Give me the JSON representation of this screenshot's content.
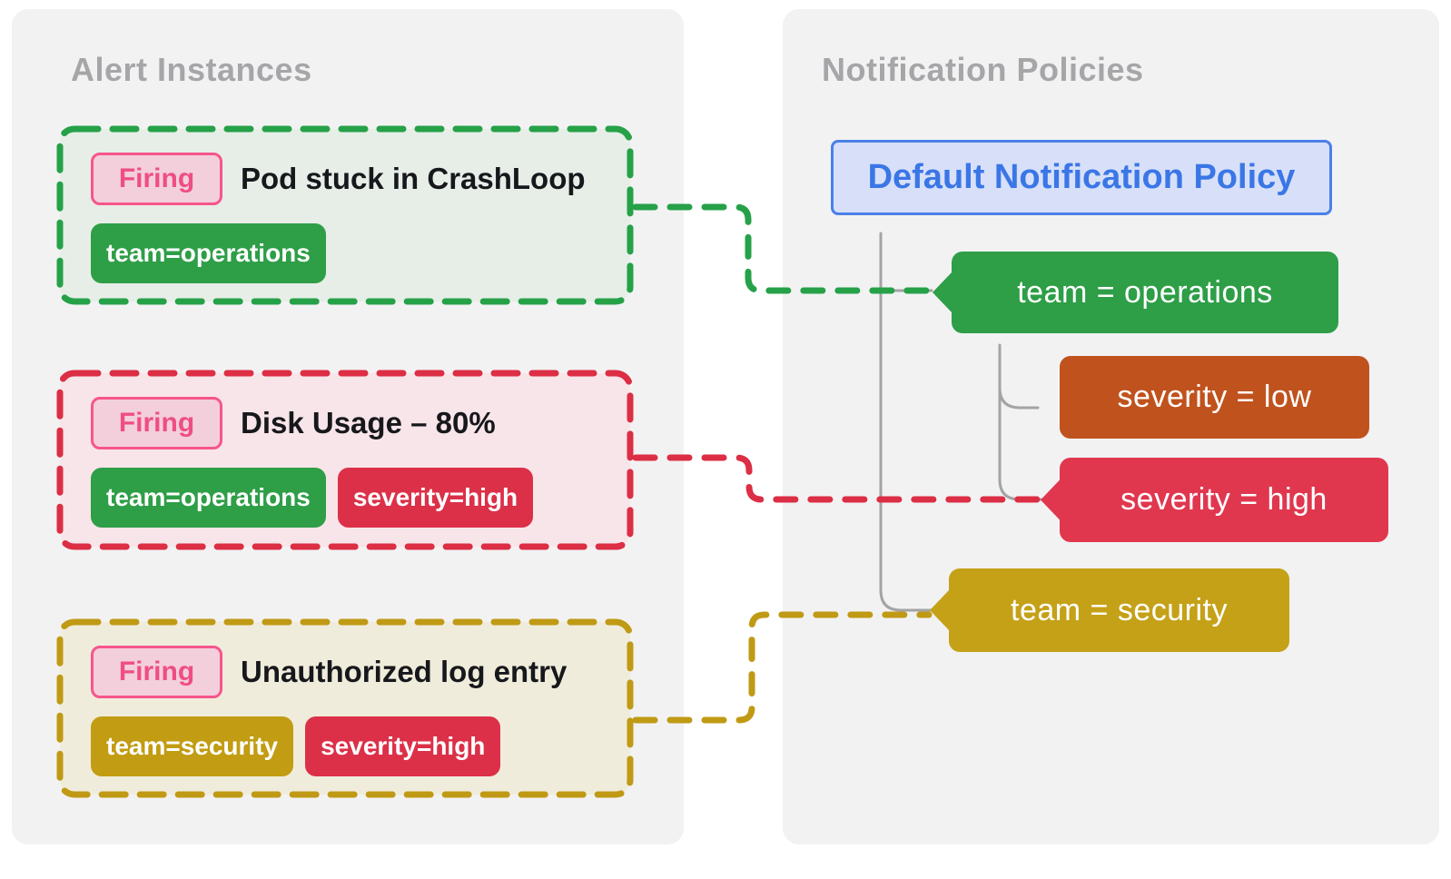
{
  "panels": {
    "alert_instances": {
      "title": "Alert Instances"
    },
    "notification_policies": {
      "title": "Notification Policies"
    }
  },
  "alerts": [
    {
      "state": "Firing",
      "title": "Pod stuck in CrashLoop",
      "accent": "green",
      "labels": [
        {
          "text": "team=operations",
          "color": "#2e9e47"
        }
      ]
    },
    {
      "state": "Firing",
      "title": "Disk Usage – 80%",
      "accent": "red",
      "labels": [
        {
          "text": "team=operations",
          "color": "#2e9e47"
        },
        {
          "text": "severity=high",
          "color": "#dc3049"
        }
      ]
    },
    {
      "state": "Firing",
      "title": "Unauthorized log entry",
      "accent": "gold",
      "labels": [
        {
          "text": "team=security",
          "color": "#c29c12"
        },
        {
          "text": "severity=high",
          "color": "#dc3049"
        }
      ]
    }
  ],
  "policy_tree": {
    "root": {
      "label": "Default Notification Policy"
    },
    "matchers": [
      {
        "label": "team = operations",
        "color": "#2e9e47",
        "matched": true
      },
      {
        "label": "severity = low",
        "color": "#c0521d",
        "matched": false
      },
      {
        "label": "severity = high",
        "color": "#e0374f",
        "matched": true
      },
      {
        "label": "team = security",
        "color": "#c5a118",
        "matched": true
      }
    ]
  },
  "colors": {
    "panel_background": "#f2f2f3",
    "panel_title": "#a6a6a9",
    "card_green_border": "#26a148",
    "card_green_fill": "#e6eee7",
    "card_red_border": "#dc2e44",
    "card_red_fill": "#f8e5e9",
    "card_gold_border": "#c09a15",
    "card_gold_fill": "#f0ecdb",
    "firing_text": "#ef4d85",
    "firing_border": "#f7558b",
    "firing_fill": "#f3cfdb",
    "root_policy_border": "#4b80e8",
    "root_policy_fill": "#d7e0f8",
    "root_policy_text": "#3a76e6",
    "tree_line": "#a4a4a6"
  }
}
